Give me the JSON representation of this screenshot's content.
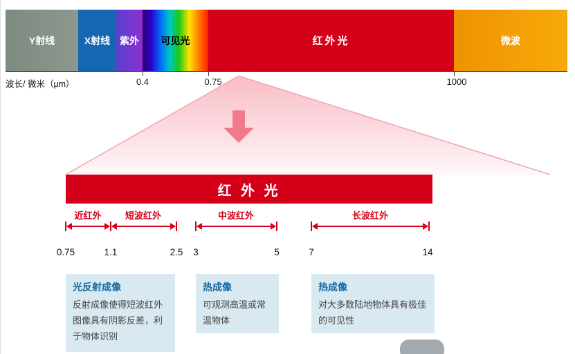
{
  "spectrum": {
    "segments": [
      {
        "id": "gamma",
        "label": "Y射线",
        "color": "#87938a"
      },
      {
        "id": "xray",
        "label": "X射线",
        "color": "#1667b2"
      },
      {
        "id": "uv",
        "label": "紫外",
        "color": "#8d2fd0"
      },
      {
        "id": "visible",
        "label": "可见光",
        "color": "rainbow-gradient"
      },
      {
        "id": "infrared",
        "label": "红外光",
        "color": "#d40019"
      },
      {
        "id": "microwave",
        "label": "微波",
        "color": "#f29c00"
      }
    ],
    "axis_label": "波长/ 微米（μm）",
    "ticks": [
      "0.4",
      "0.75",
      "1000"
    ]
  },
  "detail": {
    "title": "红 外 光",
    "bands": [
      {
        "label": "近红外",
        "start": "0.75",
        "end": "1.1"
      },
      {
        "label": "短波红外",
        "start": "1.1",
        "end": "2.5"
      },
      {
        "label": "中波红外",
        "start": "3",
        "end": "5"
      },
      {
        "label": "长波红外",
        "start": "7",
        "end": "14"
      }
    ],
    "scale": [
      "0.75",
      "1.1",
      "2.5",
      "3",
      "5",
      "7",
      "14"
    ]
  },
  "info_boxes": [
    {
      "title": "光反射成像",
      "body": "反射成像使得短波红外图像具有阴影反差，利于物体识别"
    },
    {
      "title": "热成像",
      "body": "可观测高温或常温物体"
    },
    {
      "title": "热成像",
      "body": "对大多数陆地物体具有极佳的可见性"
    }
  ],
  "colors": {
    "infrared_red": "#d40019",
    "gamma_gray": "#87938a",
    "xray_blue": "#1667b2",
    "uv_purple": "#8d2fd0",
    "microwave_orange": "#f29c00",
    "funnel_pink": "#f2798c",
    "info_box_bg": "#d9e9f1",
    "info_title_blue": "#15679e"
  }
}
